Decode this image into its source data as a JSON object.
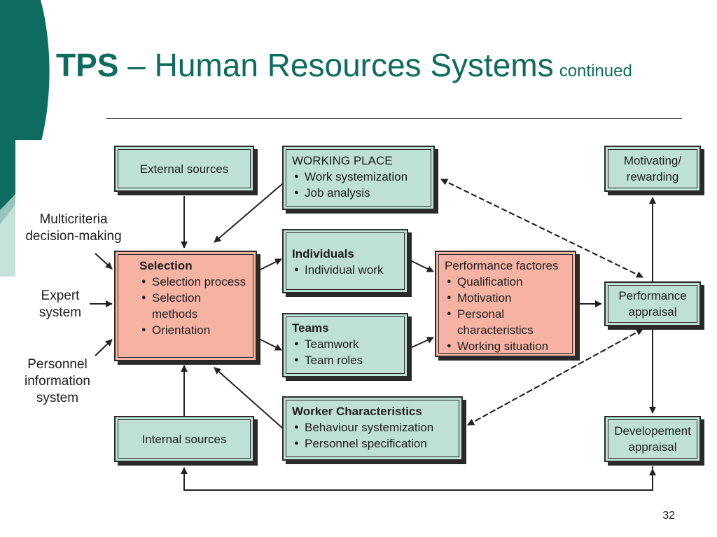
{
  "title": {
    "bold": "TPS",
    "rest": " – Human Resources Systems",
    "suffix": "continued"
  },
  "boxes": {
    "external_sources": "External sources",
    "internal_sources": "Internal sources",
    "working_place": {
      "heading": "WORKING PLACE",
      "items": [
        "Work systemization",
        "Job analysis"
      ]
    },
    "individuals": {
      "heading": "Individuals",
      "items": [
        "Individual work"
      ]
    },
    "teams": {
      "heading": "Teams",
      "items": [
        "Teamwork",
        "Team roles"
      ]
    },
    "worker_characteristics": {
      "heading": "Worker Characteristics",
      "items": [
        "Behaviour systemization",
        "Personnel specification"
      ]
    },
    "selection": {
      "heading": "Selection",
      "items": [
        "Selection process",
        "Selection methods",
        "Orientation"
      ]
    },
    "performance_factors": {
      "heading": "Performance factores",
      "items": [
        "Qualification",
        "Motivation",
        "Personal characteristics",
        "Working situation"
      ]
    },
    "motivating": "Motivating/ rewarding",
    "performance_appraisal": "Performance appraisal",
    "development_appraisal": "Developement appraisal"
  },
  "side_labels": {
    "multicriteria": "Multicriteria decision-making",
    "expert": "Expert system",
    "personnel": "Personnel information system"
  },
  "page_number": "32",
  "colors": {
    "title": "#0e6b5f",
    "teal_box": "#bfe0d6",
    "pink_box": "#f6b3a3",
    "deco": "#0e6b5f"
  }
}
